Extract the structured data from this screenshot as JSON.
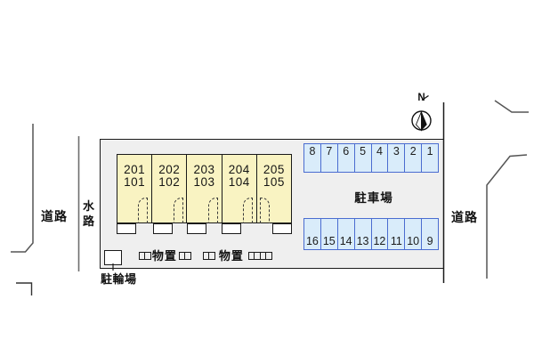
{
  "surroundings": {
    "road_left": "道路",
    "road_right": "道路",
    "waterway": "水路"
  },
  "compass": {
    "label": "N"
  },
  "site": {
    "building": {
      "units": [
        {
          "upper": "201",
          "lower": "101"
        },
        {
          "upper": "202",
          "lower": "102"
        },
        {
          "upper": "203",
          "lower": "103"
        },
        {
          "upper": "204",
          "lower": "104"
        },
        {
          "upper": "205",
          "lower": "105"
        }
      ]
    },
    "parking": {
      "label": "駐車場",
      "top_row": [
        "8",
        "7",
        "6",
        "5",
        "4",
        "3",
        "2",
        "1"
      ],
      "bottom_row": [
        "16",
        "15",
        "14",
        "13",
        "12",
        "11",
        "10",
        "9"
      ]
    },
    "storage": {
      "label1": "物置",
      "label2": "物置"
    },
    "bicycle": {
      "label": "駐輪場"
    }
  },
  "colors": {
    "site_fill": "#efefef",
    "building_fill": "#f9f3c2",
    "parking_fill": "#d9ecfa",
    "parking_border": "#4a6cd0",
    "line": "#1a1a1a",
    "outer_line": "#555555"
  }
}
